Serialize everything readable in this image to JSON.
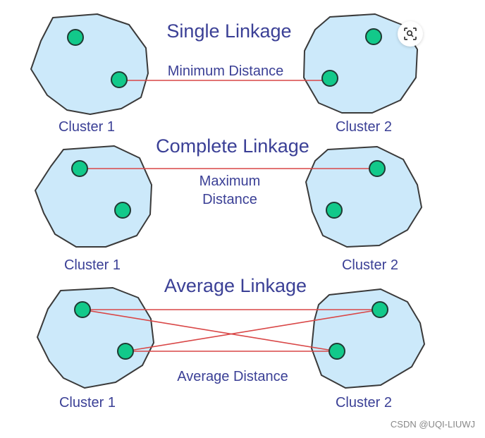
{
  "panels": [
    {
      "title": "Single Linkage",
      "distance_label": "Minimum Distance",
      "left_label": "Cluster 1",
      "right_label": "Cluster 2"
    },
    {
      "title": "Complete Linkage",
      "distance_label": "Maximum Distance",
      "distance_label_line1": "Maximum",
      "distance_label_line2": "Distance",
      "left_label": "Cluster 1",
      "right_label": "Cluster 2"
    },
    {
      "title": "Average Linkage",
      "distance_label": "Average Distance",
      "left_label": "Cluster 1",
      "right_label": "Cluster 2"
    }
  ],
  "watermark": "CSDN @UQI-LIUWJ",
  "icons": {
    "lens": "visual-search-icon"
  },
  "colors": {
    "cluster_fill": "#cce9fa",
    "point_fill": "#12c98a",
    "link_color": "#d94747",
    "text_color": "#3b4096"
  }
}
